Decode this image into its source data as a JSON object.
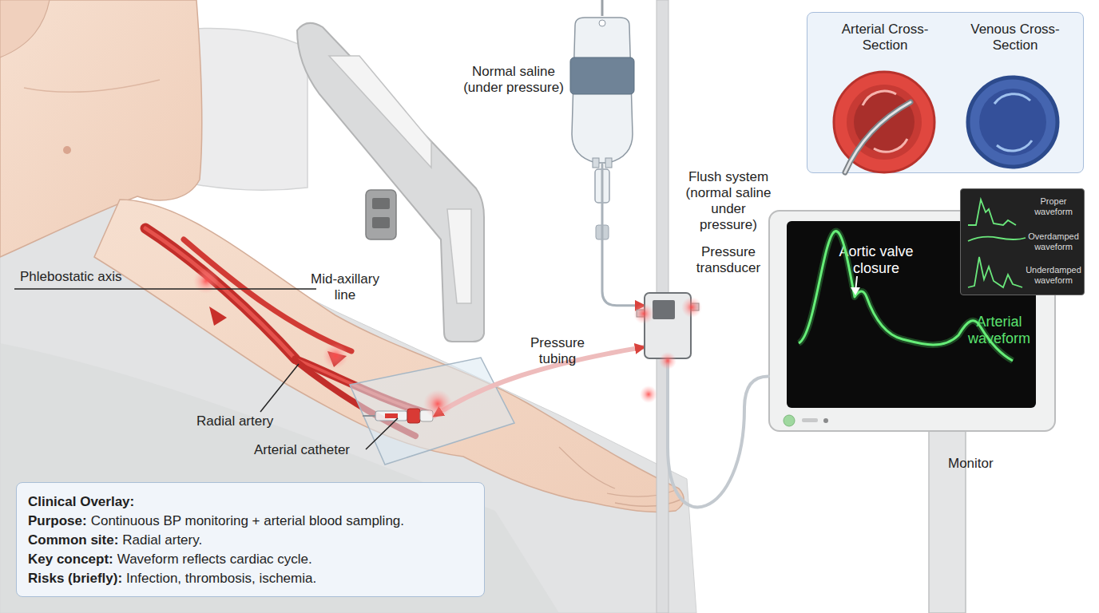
{
  "diagram": {
    "nodes": [
      {
        "text": [
          "Normal saline (under pressure)"
        ]
      },
      {
        "text": [
          "Arterial Cross-Section",
          "Venous Cross-Section"
        ]
      },
      {
        "text": [
          "Flush system (normal saline under pressure)",
          "Pressure transducer"
        ]
      },
      {
        "text": [
          "Proper waveform",
          "Overdamped waveform",
          "Underdamped waveform"
        ]
      },
      {
        "text": [
          "Monitor"
        ]
      },
      {
        "text": [
          "Aortic valve closure",
          "Arterial waveform"
        ],
        "in": 4
      },
      {
        "text": [
          "Arterial catheter"
        ]
      },
      {
        "text": [
          "Clinical Overlay:",
          "Purpose:",
          "Continuous BP monitoring + arterial blood sampling.",
          "Common site:",
          "Radial artery.",
          "Key concept:",
          "Waveform reflects cardiac cycle.",
          "Risks (briefly):",
          "Infection, thrombosis, ischemia."
        ]
      }
    ],
    "edges": [
      {
        "from": 0,
        "to": 2,
        "arrow": "to"
      },
      {
        "from": 6,
        "to": 2,
        "label": "Pressure tubing",
        "arrow": "both"
      },
      {
        "from": 2,
        "to": 4,
        "arrow": "none"
      }
    ],
    "labels": [
      "Phlebostatic axis",
      "Mid-axillary line",
      "Radial artery"
    ]
  }
}
